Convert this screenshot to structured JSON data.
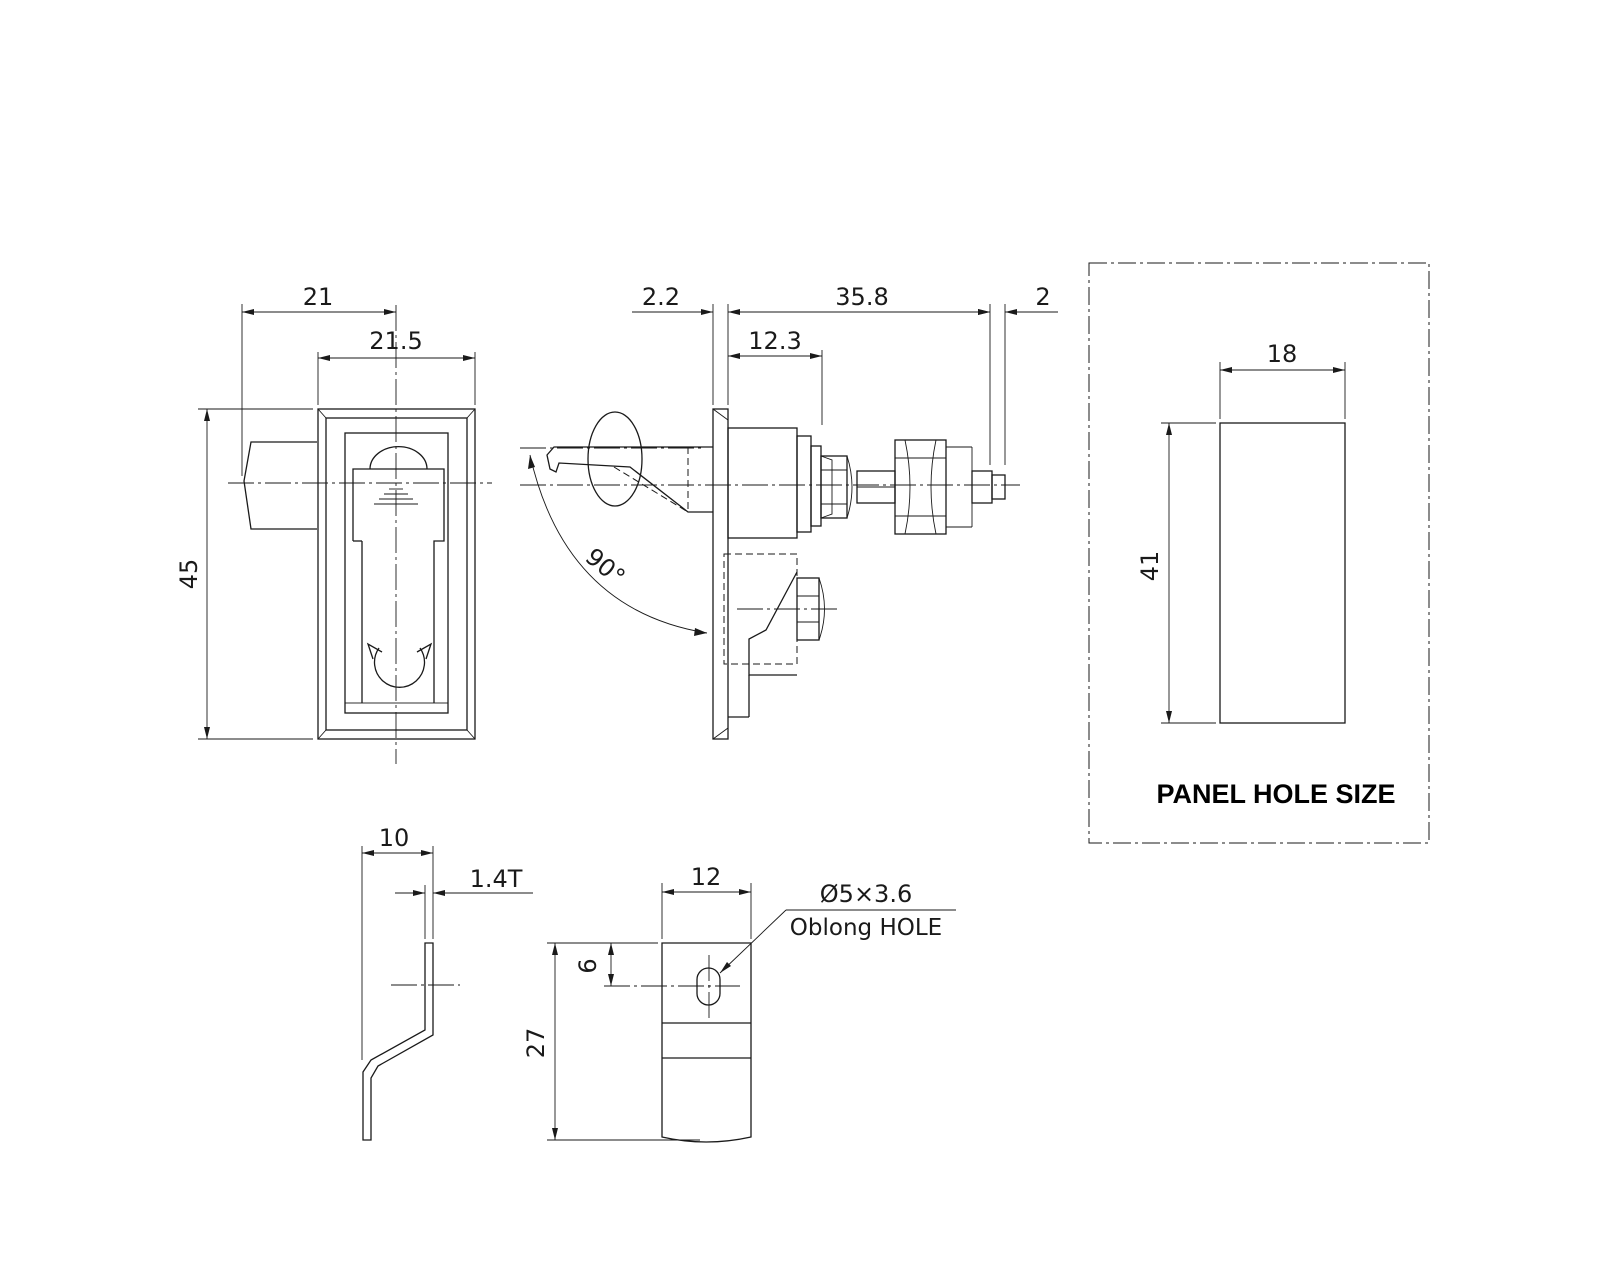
{
  "front_view": {
    "dim_overall_width": "21",
    "dim_body_width": "21.5",
    "dim_height": "45"
  },
  "side_view": {
    "dim_flange": "2.2",
    "dim_length": "35.8",
    "dim_thread_end": "2",
    "dim_body_depth": "12.3",
    "angle": "90°"
  },
  "panel_hole": {
    "dim_width": "18",
    "dim_height": "41",
    "title": "PANEL HOLE SIZE"
  },
  "cam_side": {
    "dim_width": "10",
    "dim_thickness": "1.4T"
  },
  "cam_front": {
    "dim_width": "12",
    "dim_hole_offset": "6",
    "dim_height": "27",
    "hole_size": "Ø5×3.6",
    "hole_type": "Oblong HOLE"
  }
}
